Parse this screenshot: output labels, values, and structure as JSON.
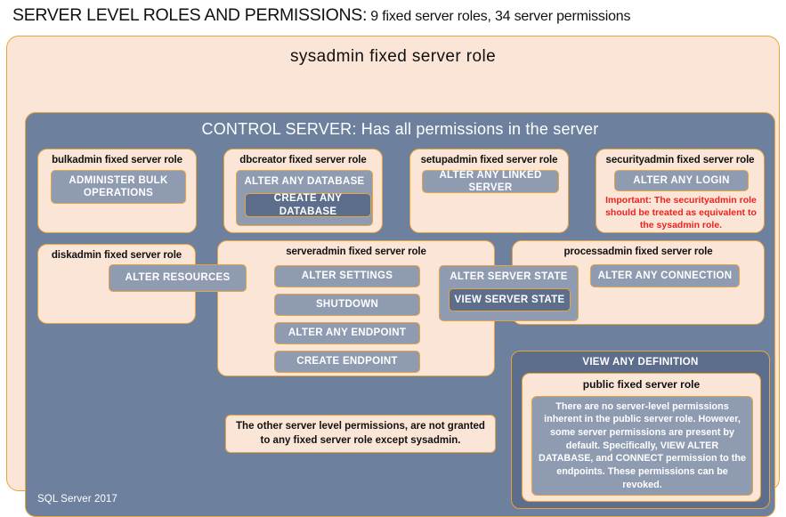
{
  "title": {
    "main": "SERVER LEVEL ROLES AND PERMISSIONS:",
    "sub": " 9 fixed server roles, 34 server permissions"
  },
  "sysadmin": {
    "label": "sysadmin  fixed  server  role"
  },
  "control_server": {
    "label": "CONTROL SERVER: Has all permissions in the server"
  },
  "roles": {
    "bulkadmin": {
      "title": "bulkadmin  fixed server role",
      "permissions": [
        "ADMINISTER  BULK OPERATIONS"
      ]
    },
    "dbcreator": {
      "title": "dbcreator fixed server role",
      "permissions": [
        "ALTER ANY DATABASE",
        "CREATE  ANY DATABASE"
      ]
    },
    "setupadmin": {
      "title": "setupadmin fixed server role",
      "permissions": [
        "ALTER ANY LINKED SERVER"
      ]
    },
    "securityadmin": {
      "title": "securityadmin  fixed server role",
      "permissions": [
        "ALTER ANY LOGIN"
      ],
      "note": "Important:  The securityadmin role should  be treated as equivalent to the  sysadmin role."
    },
    "diskadmin": {
      "title": "diskadmin fixed server role",
      "permissions": [
        "ALTER RESOURCES"
      ]
    },
    "serveradmin": {
      "title": "serveradmin fixed server role",
      "permissions": [
        "ALTER SETTINGS",
        "SHUTDOWN",
        "ALTER ANY ENDPOINT",
        "CREATE  ENDPOINT"
      ],
      "shared_permissions": [
        "ALTER SERVER STATE",
        "VIEW SERVER STATE"
      ]
    },
    "processadmin": {
      "title": "processadmin fixed server role",
      "permissions": [
        "ALTER ANY CONNECTION"
      ]
    },
    "public": {
      "group_permission": "VIEW ANY DEFINITION",
      "title": "public  fixed server role",
      "description": "There are no server-level permissions inherent in the public server role. However, some server permissions are present by default. Specifically, VIEW ALTER DATABASE, and CONNECT permission to the endpoints. These permissions can be revoked."
    }
  },
  "notes": {
    "other_permissions": "The other server level permissions,  are not granted to any fixed server role except sysadmin."
  },
  "footer": {
    "label": "SQL Server 2017"
  },
  "colors": {
    "peach": "#fbe5d6",
    "gold_border": "#e8a33d",
    "slate_panel": "#6d819f",
    "chip": "#8e9bb1",
    "chip_dark": "#5d6e8c",
    "alert_red": "#ee2222"
  }
}
